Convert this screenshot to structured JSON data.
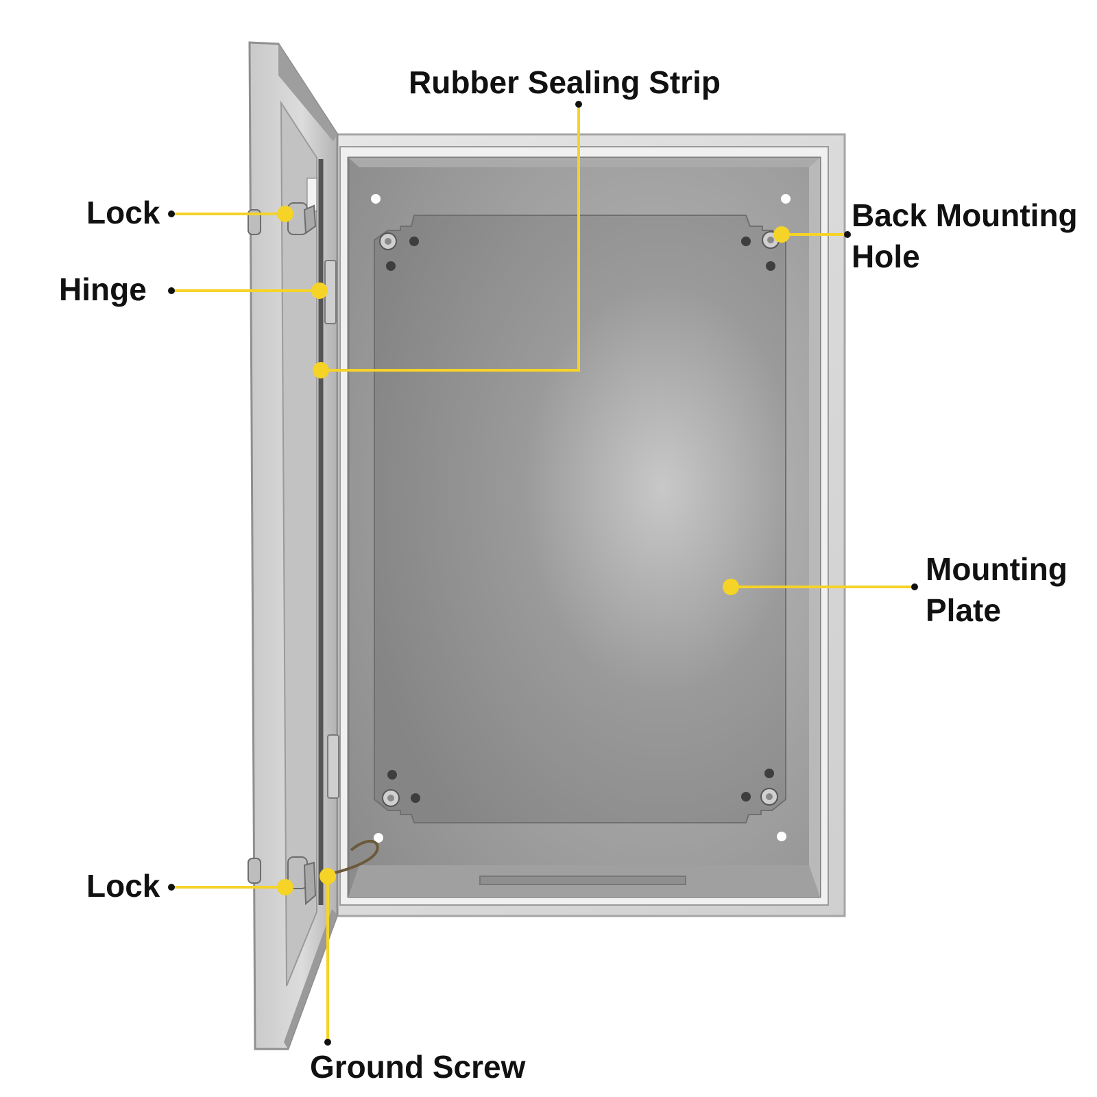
{
  "labels": {
    "rubber_sealing_strip": "Rubber Sealing Strip",
    "lock_top": "Lock",
    "hinge": "Hinge",
    "back_mounting_hole_line1": "Back Mounting",
    "back_mounting_hole_line2": "Hole",
    "mounting_plate_line1": "Mounting",
    "mounting_plate_line2": "Plate",
    "lock_bottom": "Lock",
    "ground_screw": "Ground Screw"
  },
  "colors": {
    "callout": "#f5d327",
    "text": "#111111",
    "enclosure_light": "#d8d8d8",
    "enclosure_mid": "#9a9a9a",
    "plate_center": "#c4c4c4",
    "plate_edge": "#8a8a8a"
  }
}
